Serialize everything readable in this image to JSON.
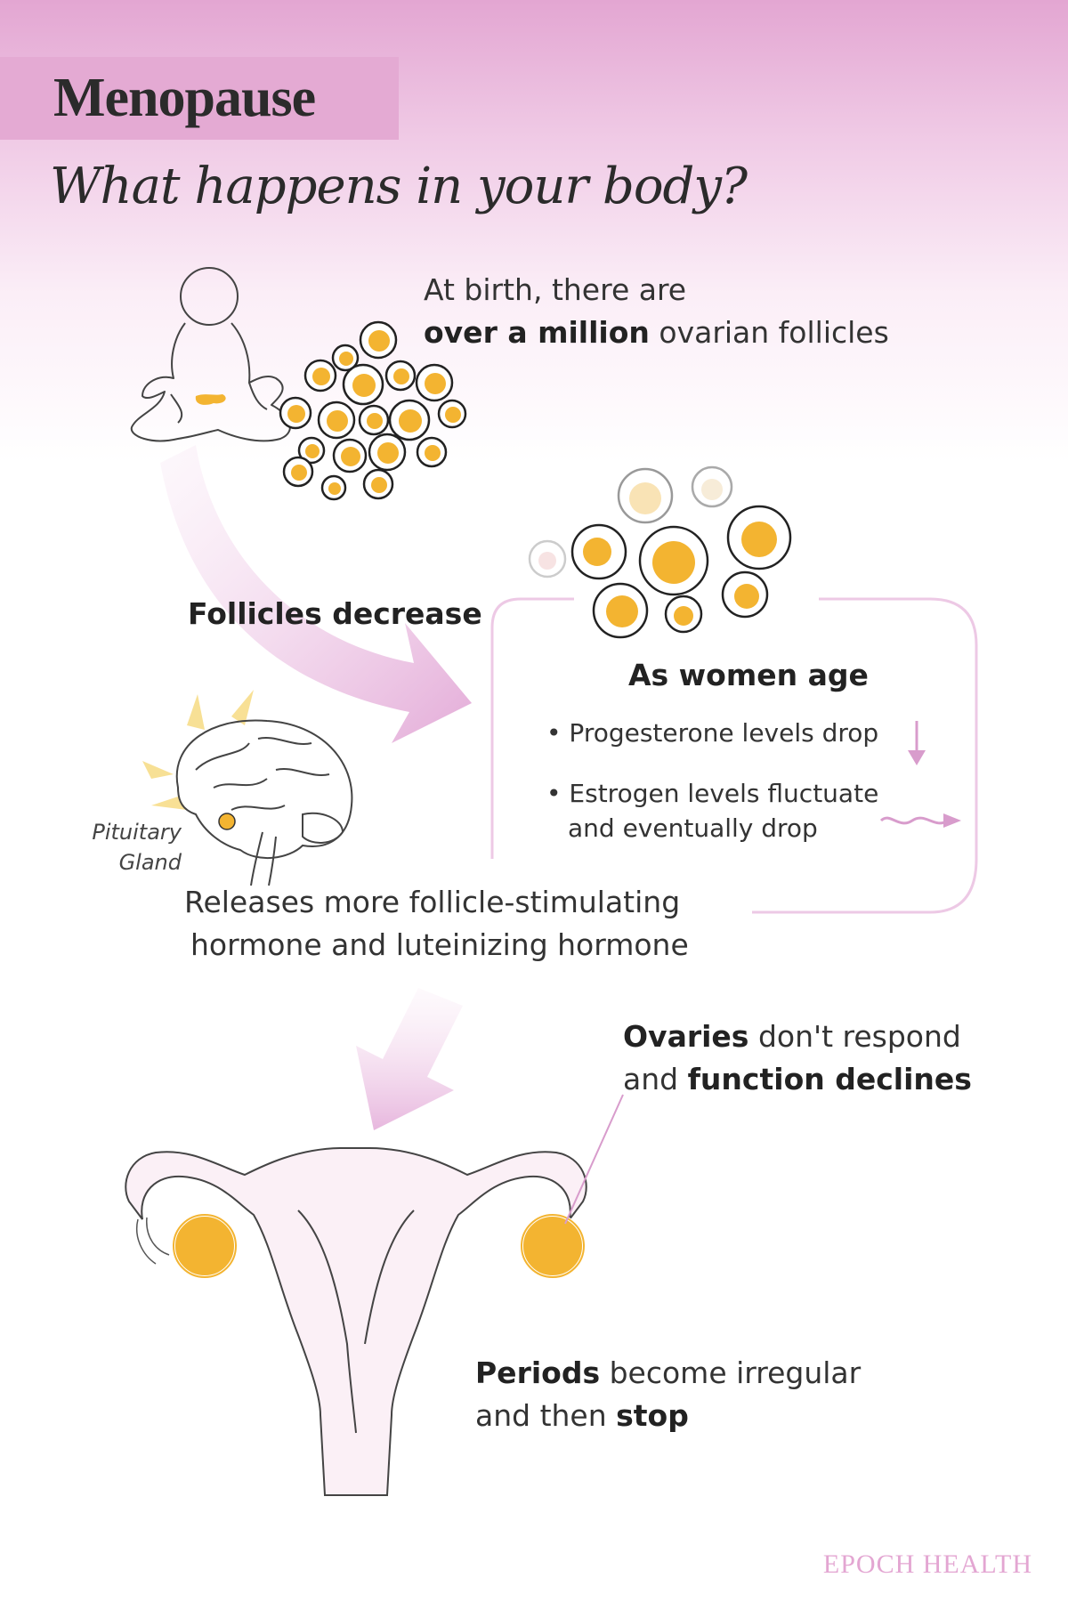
{
  "header": {
    "title": "Menopause",
    "subtitle": "What happens in your body?"
  },
  "birth": {
    "line1": "At birth, there are",
    "bold": "over a million",
    "rest": " ovarian follicles"
  },
  "arrow_label": "Follicles decrease",
  "aging_box": {
    "heading": "As women age",
    "bullet1": "Progesterone levels drop",
    "bullet2_line1": "Estrogen levels fluctuate",
    "bullet2_line2": "and eventually drop"
  },
  "pituitary": {
    "label_line1": "Pituitary",
    "label_line2": "Gland",
    "release_line1": "Releases more follicle-stimulating",
    "release_line2": "hormone and luteinizing hormone"
  },
  "ovaries": {
    "bold1": "Ovaries",
    "rest1": " don't respond",
    "line2_start": "and ",
    "bold2": "function declines"
  },
  "periods": {
    "bold1": "Periods",
    "rest1": " become irregular",
    "line2_start": "and then ",
    "bold2": "stop"
  },
  "brand": "EPOCH HEALTH",
  "colors": {
    "accent_pink": "#e4aad3",
    "follicle_yellow": "#f3b431",
    "arrow_pink": "#e6b3dc"
  },
  "icons": [
    "baby-outline-icon",
    "follicle-cluster-icon",
    "brain-icon",
    "uterus-icon",
    "down-arrow-icon",
    "wavy-arrow-icon"
  ]
}
